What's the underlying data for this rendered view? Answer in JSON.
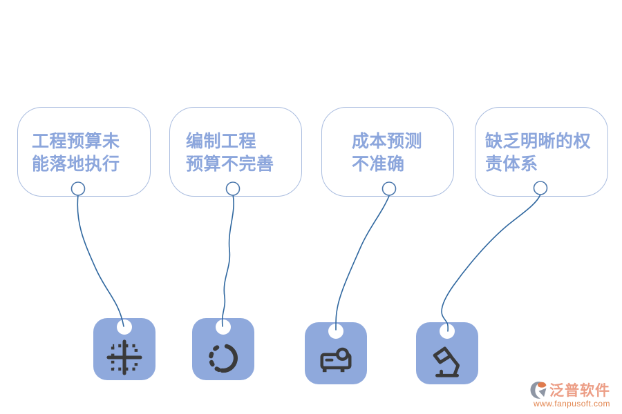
{
  "diagram_title": "",
  "colors": {
    "card_border": "#A9BCDF",
    "card_text": "#8CA6DC",
    "tile_background": "#8FA9DC",
    "glyph": "#3A3A3A",
    "connector_line": "#2F679F",
    "watermark_brand": "#EC9D85",
    "watermark_url": "#E2854F",
    "logo_gray": "#8E96A4",
    "logo_orange": "#DF7B4E"
  },
  "cards": [
    {
      "name": "budget-not-executed",
      "lines": [
        "工程预算未",
        "能落地执行"
      ],
      "icon": "table-inner-borders-icon"
    },
    {
      "name": "budget-incomplete",
      "lines": [
        "编制工程",
        "预算不完善"
      ],
      "icon": "dashed-progress-circle-icon"
    },
    {
      "name": "cost-forecast-inaccurate",
      "lines": [
        "成本预测",
        "不准确"
      ],
      "icon": "projector-icon"
    },
    {
      "name": "no-clear-responsibility",
      "lines": [
        "缺乏明晰的权",
        "责体系"
      ],
      "icon": "desk-lamp-icon"
    }
  ],
  "watermark": {
    "brand": "泛普软件",
    "url": "www.fanpusoft.com"
  }
}
